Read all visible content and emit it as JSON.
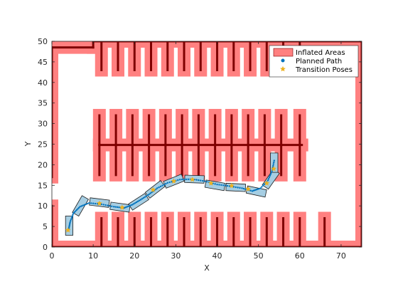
{
  "chart_data": {
    "type": "scatter",
    "title": "",
    "xlabel": "X",
    "ylabel": "Y",
    "xlim": [
      0,
      75
    ],
    "ylim": [
      0,
      50
    ],
    "xticks": [
      "0",
      "10",
      "20",
      "30",
      "40",
      "50",
      "60",
      "70"
    ],
    "yticks": [
      "0",
      "5",
      "10",
      "15",
      "20",
      "25",
      "30",
      "35",
      "40",
      "45",
      "50"
    ],
    "grid": false,
    "legend_location": "top-right",
    "legend": [
      {
        "label": "Inflated Areas",
        "color": "#ff8080"
      },
      {
        "label": "Planned Path",
        "color": "#0072bd"
      },
      {
        "label": "Transition Poses",
        "color": "#edb120"
      }
    ],
    "colors": {
      "inflated": "#ff8080",
      "obstacle": "#7f0000",
      "vehicle_fill": "#a6cee3",
      "path": "#0072bd",
      "pose": "#edb120"
    },
    "map": {
      "outer_wall": [
        [
          0,
          17
        ],
        [
          0,
          48.5
        ],
        [
          10,
          48.5
        ],
        [
          10,
          50
        ],
        [
          75,
          50
        ],
        [
          75,
          0
        ],
        [
          0,
          0
        ],
        [
          0,
          10
        ]
      ],
      "top_row_stalls": {
        "y_from": 50,
        "y_to": 43,
        "x": [
          12,
          16,
          20,
          24,
          28,
          32,
          36,
          40,
          44,
          48,
          52,
          56,
          60
        ]
      },
      "middle_spine": {
        "y": 24.8,
        "x_from": 11.5,
        "x_to": 60.5
      },
      "middle_upper_stalls": {
        "y_from": 24.8,
        "y_to": 32,
        "x": [
          11.5,
          15.5,
          19.5,
          23.5,
          27.5,
          31.5,
          35.5,
          39.5,
          43.5,
          47.5,
          51.5,
          55.5,
          60
        ]
      },
      "middle_lower_stalls": {
        "y_from": 24.8,
        "y_to": 17.5,
        "x": [
          11.5,
          15.5,
          19.5,
          23.5,
          27.5,
          31.5,
          35.5,
          39.5,
          43.5,
          47.5,
          51.5,
          55.5,
          60
        ]
      },
      "bottom_row_stalls": {
        "y_from": 0,
        "y_to": 7,
        "x": [
          12,
          16,
          20,
          24,
          28,
          32,
          36,
          40,
          44,
          48,
          52,
          56,
          60,
          66
        ]
      }
    },
    "poses": [
      {
        "x": 4.2,
        "y": 5.2,
        "theta": 90
      },
      {
        "x": 6.9,
        "y": 10.0,
        "theta": 60
      },
      {
        "x": 11.5,
        "y": 10.8,
        "theta": -7
      },
      {
        "x": 16.5,
        "y": 9.7,
        "theta": -8
      },
      {
        "x": 21.0,
        "y": 11.0,
        "theta": 33
      },
      {
        "x": 25.0,
        "y": 14.0,
        "theta": 38
      },
      {
        "x": 29.5,
        "y": 16.0,
        "theta": 22
      },
      {
        "x": 34.5,
        "y": 16.5,
        "theta": -2
      },
      {
        "x": 39.5,
        "y": 15.0,
        "theta": -10
      },
      {
        "x": 44.5,
        "y": 14.5,
        "theta": -3
      },
      {
        "x": 49.5,
        "y": 13.5,
        "theta": -12
      },
      {
        "x": 53.0,
        "y": 16.5,
        "theta": 55
      },
      {
        "x": 53.8,
        "y": 20.5,
        "theta": 90
      }
    ],
    "path": {
      "x": [
        4.0,
        4.4,
        5.2,
        6.8,
        9.0,
        12.0,
        15.0,
        17.5,
        19.5,
        21.5,
        23.5,
        25.5,
        28.0,
        31.0,
        34.0,
        37.0,
        40.0,
        43.0,
        46.0,
        48.5,
        50.5,
        52.3,
        53.3,
        53.8
      ],
      "y": [
        4.0,
        6.0,
        8.2,
        9.8,
        10.7,
        10.4,
        9.8,
        9.5,
        10.3,
        11.5,
        12.8,
        14.3,
        15.6,
        16.4,
        16.5,
        16.0,
        15.2,
        14.8,
        14.3,
        13.6,
        14.3,
        16.2,
        18.5,
        21.0
      ]
    },
    "transition_poses": [
      {
        "x": 3.9,
        "y": 4.1
      },
      {
        "x": 11.5,
        "y": 10.6
      },
      {
        "x": 17.0,
        "y": 9.6
      },
      {
        "x": 24.5,
        "y": 13.9
      },
      {
        "x": 29.5,
        "y": 16.0
      },
      {
        "x": 34.0,
        "y": 16.4
      },
      {
        "x": 38.5,
        "y": 15.5
      },
      {
        "x": 43.5,
        "y": 14.9
      },
      {
        "x": 47.5,
        "y": 14.1
      },
      {
        "x": 52.0,
        "y": 15.5
      },
      {
        "x": 53.7,
        "y": 19.0
      }
    ]
  }
}
